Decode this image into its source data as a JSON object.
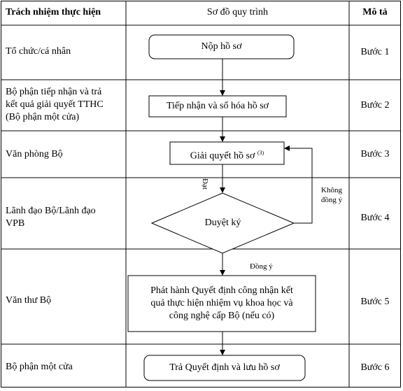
{
  "header": {
    "responsibility": "Trách nhiệm thực hiện",
    "flowchart": "Sơ đồ quy trình",
    "description": "Mô tả"
  },
  "rows": [
    {
      "responsibility": [
        "Tổ chức/cá nhân"
      ],
      "step": "Bước 1"
    },
    {
      "responsibility": [
        "Bộ phận tiếp nhận và trả",
        "kết quả giải quyết TTHC",
        "(Bộ phận một cửa)"
      ],
      "step": "Bước 2"
    },
    {
      "responsibility": [
        "Văn phòng Bộ"
      ],
      "step": "Bước 3"
    },
    {
      "responsibility": [
        "Lãnh đạo Bộ/Lãnh đạo",
        "VPB"
      ],
      "step": "Bước 4"
    },
    {
      "responsibility": [
        "Văn thư Bộ"
      ],
      "step": "Bước 5"
    },
    {
      "responsibility": [
        "Bộ phận một cửa"
      ],
      "step": "Bước 6"
    }
  ],
  "nodes": {
    "submit": "Nộp hồ sơ",
    "receive": "Tiếp nhận và số hóa hồ sơ",
    "process": "Giải quyết hồ sơ",
    "process_note": "(3)",
    "approve": "Duyệt ký",
    "issue": [
      "Phát hành Quyết định công nhận kết",
      "quả thực hiện nhiệm vụ khoa học và",
      "công nghệ cấp Bộ (nếu có)"
    ],
    "return": "Trả Quyết định và lưu hồ sơ"
  },
  "edge_labels": {
    "pass": "Đạt",
    "fail": [
      "Không",
      "đồng ý"
    ],
    "agree": "Đồng ý"
  }
}
